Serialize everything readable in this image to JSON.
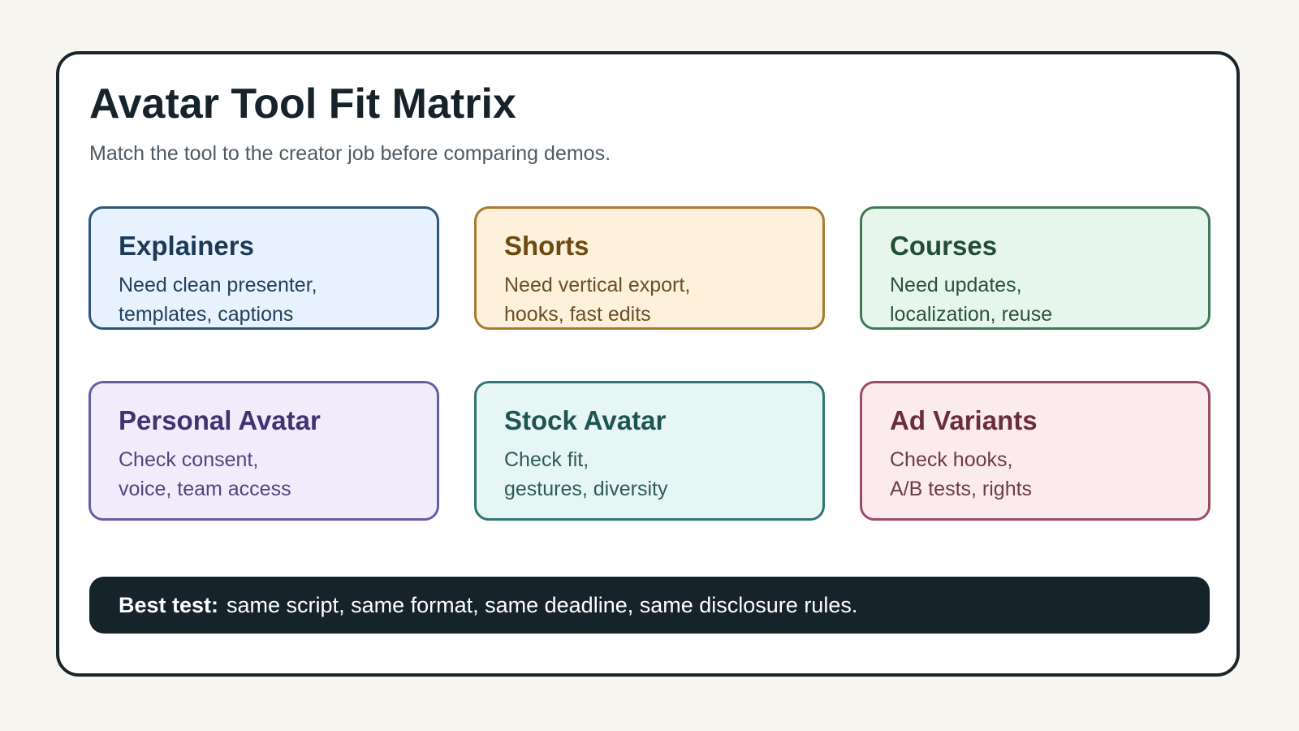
{
  "title": "Avatar Tool Fit Matrix",
  "subtitle": "Match the tool to the creator job before comparing demos.",
  "cards": [
    {
      "title": "Explainers",
      "lines": [
        "Need clean presenter,",
        "templates, captions"
      ],
      "accent": "#2e5878",
      "fill": "#e8f2fe"
    },
    {
      "title": "Shorts",
      "lines": [
        "Need vertical export,",
        "hooks, fast edits"
      ],
      "accent": "#a87a2e",
      "fill": "#fdf1db"
    },
    {
      "title": "Courses",
      "lines": [
        "Need updates,",
        "localization, reuse"
      ],
      "accent": "#3f7a56",
      "fill": "#e6f6ec"
    },
    {
      "title": "Personal Avatar",
      "lines": [
        "Check consent,",
        "voice, team access"
      ],
      "accent": "#6c5aa6",
      "fill": "#f1ecfc"
    },
    {
      "title": "Stock Avatar",
      "lines": [
        "Check fit,",
        "gestures, diversity"
      ],
      "accent": "#2f7571",
      "fill": "#e6f6f4"
    },
    {
      "title": "Ad Variants",
      "lines": [
        "Check hooks,",
        "A/B tests, rights"
      ],
      "accent": "#9c4c62",
      "fill": "#fcebee"
    }
  ],
  "footer": {
    "label": "Best test:",
    "text": "same script, same format, same deadline, same disclosure rules."
  }
}
